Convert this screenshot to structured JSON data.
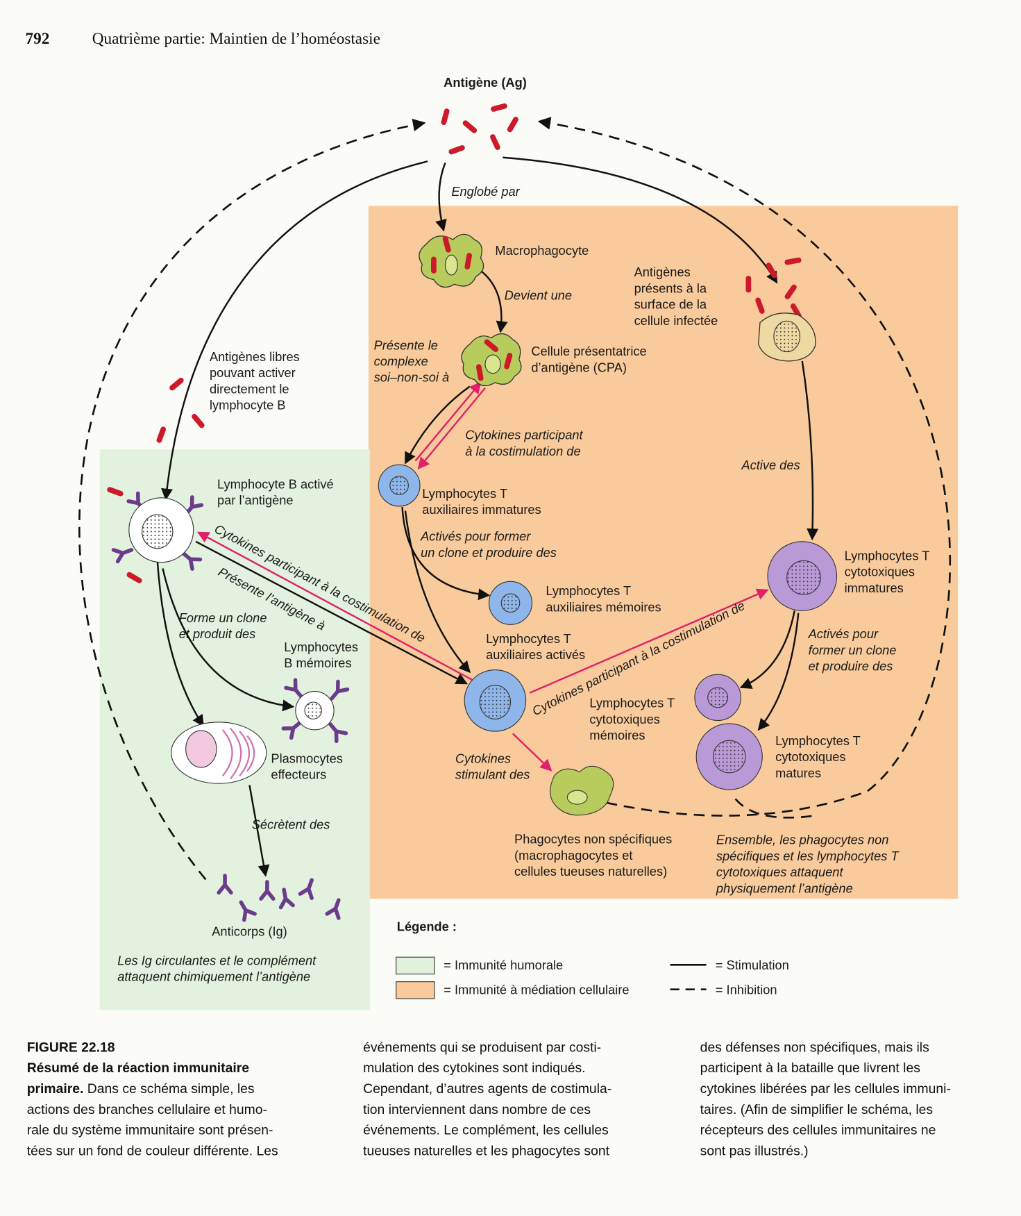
{
  "header": {
    "page_number": "792",
    "running_title": "Quatrième partie: Maintien de l’homéostasie"
  },
  "colors": {
    "humoral_bg": "#e2f1dc",
    "cellular_bg": "#f9cb9c",
    "antigen": "#cc1a2a",
    "helper_t": "#8fb6ea",
    "cytotoxic_t": "#b99ad6",
    "phagocyte": "#b7cc5c",
    "antibody": "#6b3b8c",
    "costimulation_arrow": "#e0206a"
  },
  "diagram": {
    "antigen_title": "Antigène (Ag)",
    "engulfed_by": "Englobé par",
    "macrophage": "Macrophagocyte",
    "becomes": "Devient une",
    "infected_cell_antigens": [
      "Antigènes",
      "présents à la",
      "surface de la",
      "cellule infectée"
    ],
    "presents_complex": [
      "Présente le",
      "complexe",
      "soi–non-soi à"
    ],
    "apc": [
      "Cellule présentatrice",
      "d’antigène (CPA)"
    ],
    "free_antigens": [
      "Antigènes libres",
      "pouvant activer",
      "directement le",
      "lymphocyte B"
    ],
    "cytokines_costim_1": [
      "Cytokines participant",
      "à la costimulation de"
    ],
    "activates": "Active des",
    "helper_immature": [
      "Lymphocytes T",
      "auxiliaires immatures"
    ],
    "b_activated": [
      "Lymphocyte B activé",
      "par l’antigène"
    ],
    "activated_to_form": [
      "Activés pour former",
      "un clone et produire des"
    ],
    "tc_immature": [
      "Lymphocytes T",
      "cytotoxiques",
      "immatures"
    ],
    "helper_memory": [
      "Lymphocytes T",
      "auxiliaires mémoires"
    ],
    "cytokines_costim_b": "Cytokines participant à la costimulation de",
    "presents_antigen_to": "Présente l’antigène à",
    "forms_clone": [
      "Forme un clone",
      "et produit des"
    ],
    "helper_activated": [
      "Lymphocytes T",
      "auxiliaires activés"
    ],
    "b_memory": [
      "Lymphocytes",
      "B mémoires"
    ],
    "cytokines_costim_tc": "Cytokines participant à la costimulation de",
    "tc_activated_to_form": [
      "Activés pour",
      "former un clone",
      "et produire des"
    ],
    "tc_memory": [
      "Lymphocytes T",
      "cytotoxiques",
      "mémoires"
    ],
    "tc_mature": [
      "Lymphocytes T",
      "cytotoxiques",
      "matures"
    ],
    "plasmocytes": [
      "Plasmocytes",
      "effecteurs"
    ],
    "cytokines_stimulating": [
      "Cytokines",
      "stimulant des"
    ],
    "secrete": "Sécrètent des",
    "nonspecific_phagocytes": [
      "Phagocytes non spécifiques",
      "(macrophagocytes et",
      "cellules tueuses naturelles)"
    ],
    "together": [
      "Ensemble, les phagocytes non",
      "spécifiques et les lymphocytes T",
      "cytotoxiques attaquent",
      "physiquement l’antigène"
    ],
    "antibodies": "Anticorps (Ig)",
    "ig_attack": [
      "Les Ig circulantes et le complément",
      "attaquent chimiquement l’antigène"
    ]
  },
  "legend": {
    "title": "Légende :",
    "humoral": "= Immunité humorale",
    "cellular": "= Immunité à médiation cellulaire",
    "stimulation": "= Stimulation",
    "inhibition": "= Inhibition"
  },
  "caption": {
    "figure": "FIGURE 22.18",
    "title_line1": "Résumé de la réaction immunitaire",
    "title_line2": "primaire.",
    "col1": [
      " Dans ce schéma simple, les",
      "actions des branches cellulaire et humo-",
      "rale du système immunitaire sont présen-",
      "tées sur un fond de couleur différente. Les"
    ],
    "col2": [
      "événements qui se produisent par costi-",
      "mulation des cytokines sont indiqués.",
      "Cependant, d’autres agents de costimula-",
      "tion interviennent dans nombre de ces",
      "événements. Le complément, les cellules",
      "tueuses naturelles et les phagocytes sont"
    ],
    "col3": [
      "des défenses non spécifiques, mais ils",
      "participent à la bataille que livrent les",
      "cytokines libérées par les cellules immuni-",
      "taires. (Afin de simplifier le schéma, les",
      "récepteurs des cellules immunitaires ne",
      "sont pas illustrés.)"
    ]
  }
}
